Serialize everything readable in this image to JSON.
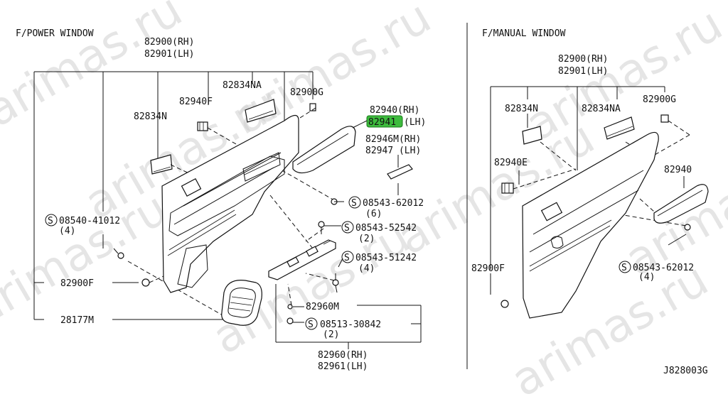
{
  "watermark": "arimas.ru",
  "left": {
    "title": "F/POWER WINDOW",
    "finisher_rh": "82900(RH)",
    "finisher_lh": "82901(LH)",
    "lbl_82834na": "82834NA",
    "lbl_82900g": "82900G",
    "lbl_82940f": "82940F",
    "lbl_82834n": "82834N",
    "armrest_rh": "82940(RH)",
    "armrest_lh_code": "82941",
    "armrest_lh_suffix": "(LH)",
    "pad_rh": "82946M(RH)",
    "pad_lh": "82947 (LH)",
    "screw1": "08543-62012",
    "screw1_qty": "(6)",
    "screw2": "08543-52542",
    "screw2_qty": "(2)",
    "screw3": "08543-51242",
    "screw3_qty": "(4)",
    "screw4": "08540-41012",
    "screw4_qty": "(4)",
    "lbl_82900f": "82900F",
    "lbl_28177m": "28177M",
    "lbl_82960m": "82960M",
    "screw5": "08513-30842",
    "screw5_qty": "(2)",
    "switch_rh": "82960(RH)",
    "switch_lh": "82961(LH)"
  },
  "right": {
    "title": "F/MANUAL WINDOW",
    "finisher_rh": "82900(RH)",
    "finisher_lh": "82901(LH)",
    "lbl_82834n": "82834N",
    "lbl_82834na": "82834NA",
    "lbl_82900g": "82900G",
    "lbl_82940e": "82940E",
    "lbl_82940": "82940",
    "lbl_82900f": "82900F",
    "screw1": "08543-62012",
    "screw1_qty": "(4)"
  },
  "s_symbol": "S",
  "diagram_id": "J828003G",
  "colors": {
    "highlight": "#3dbb3d",
    "line": "#111111"
  }
}
